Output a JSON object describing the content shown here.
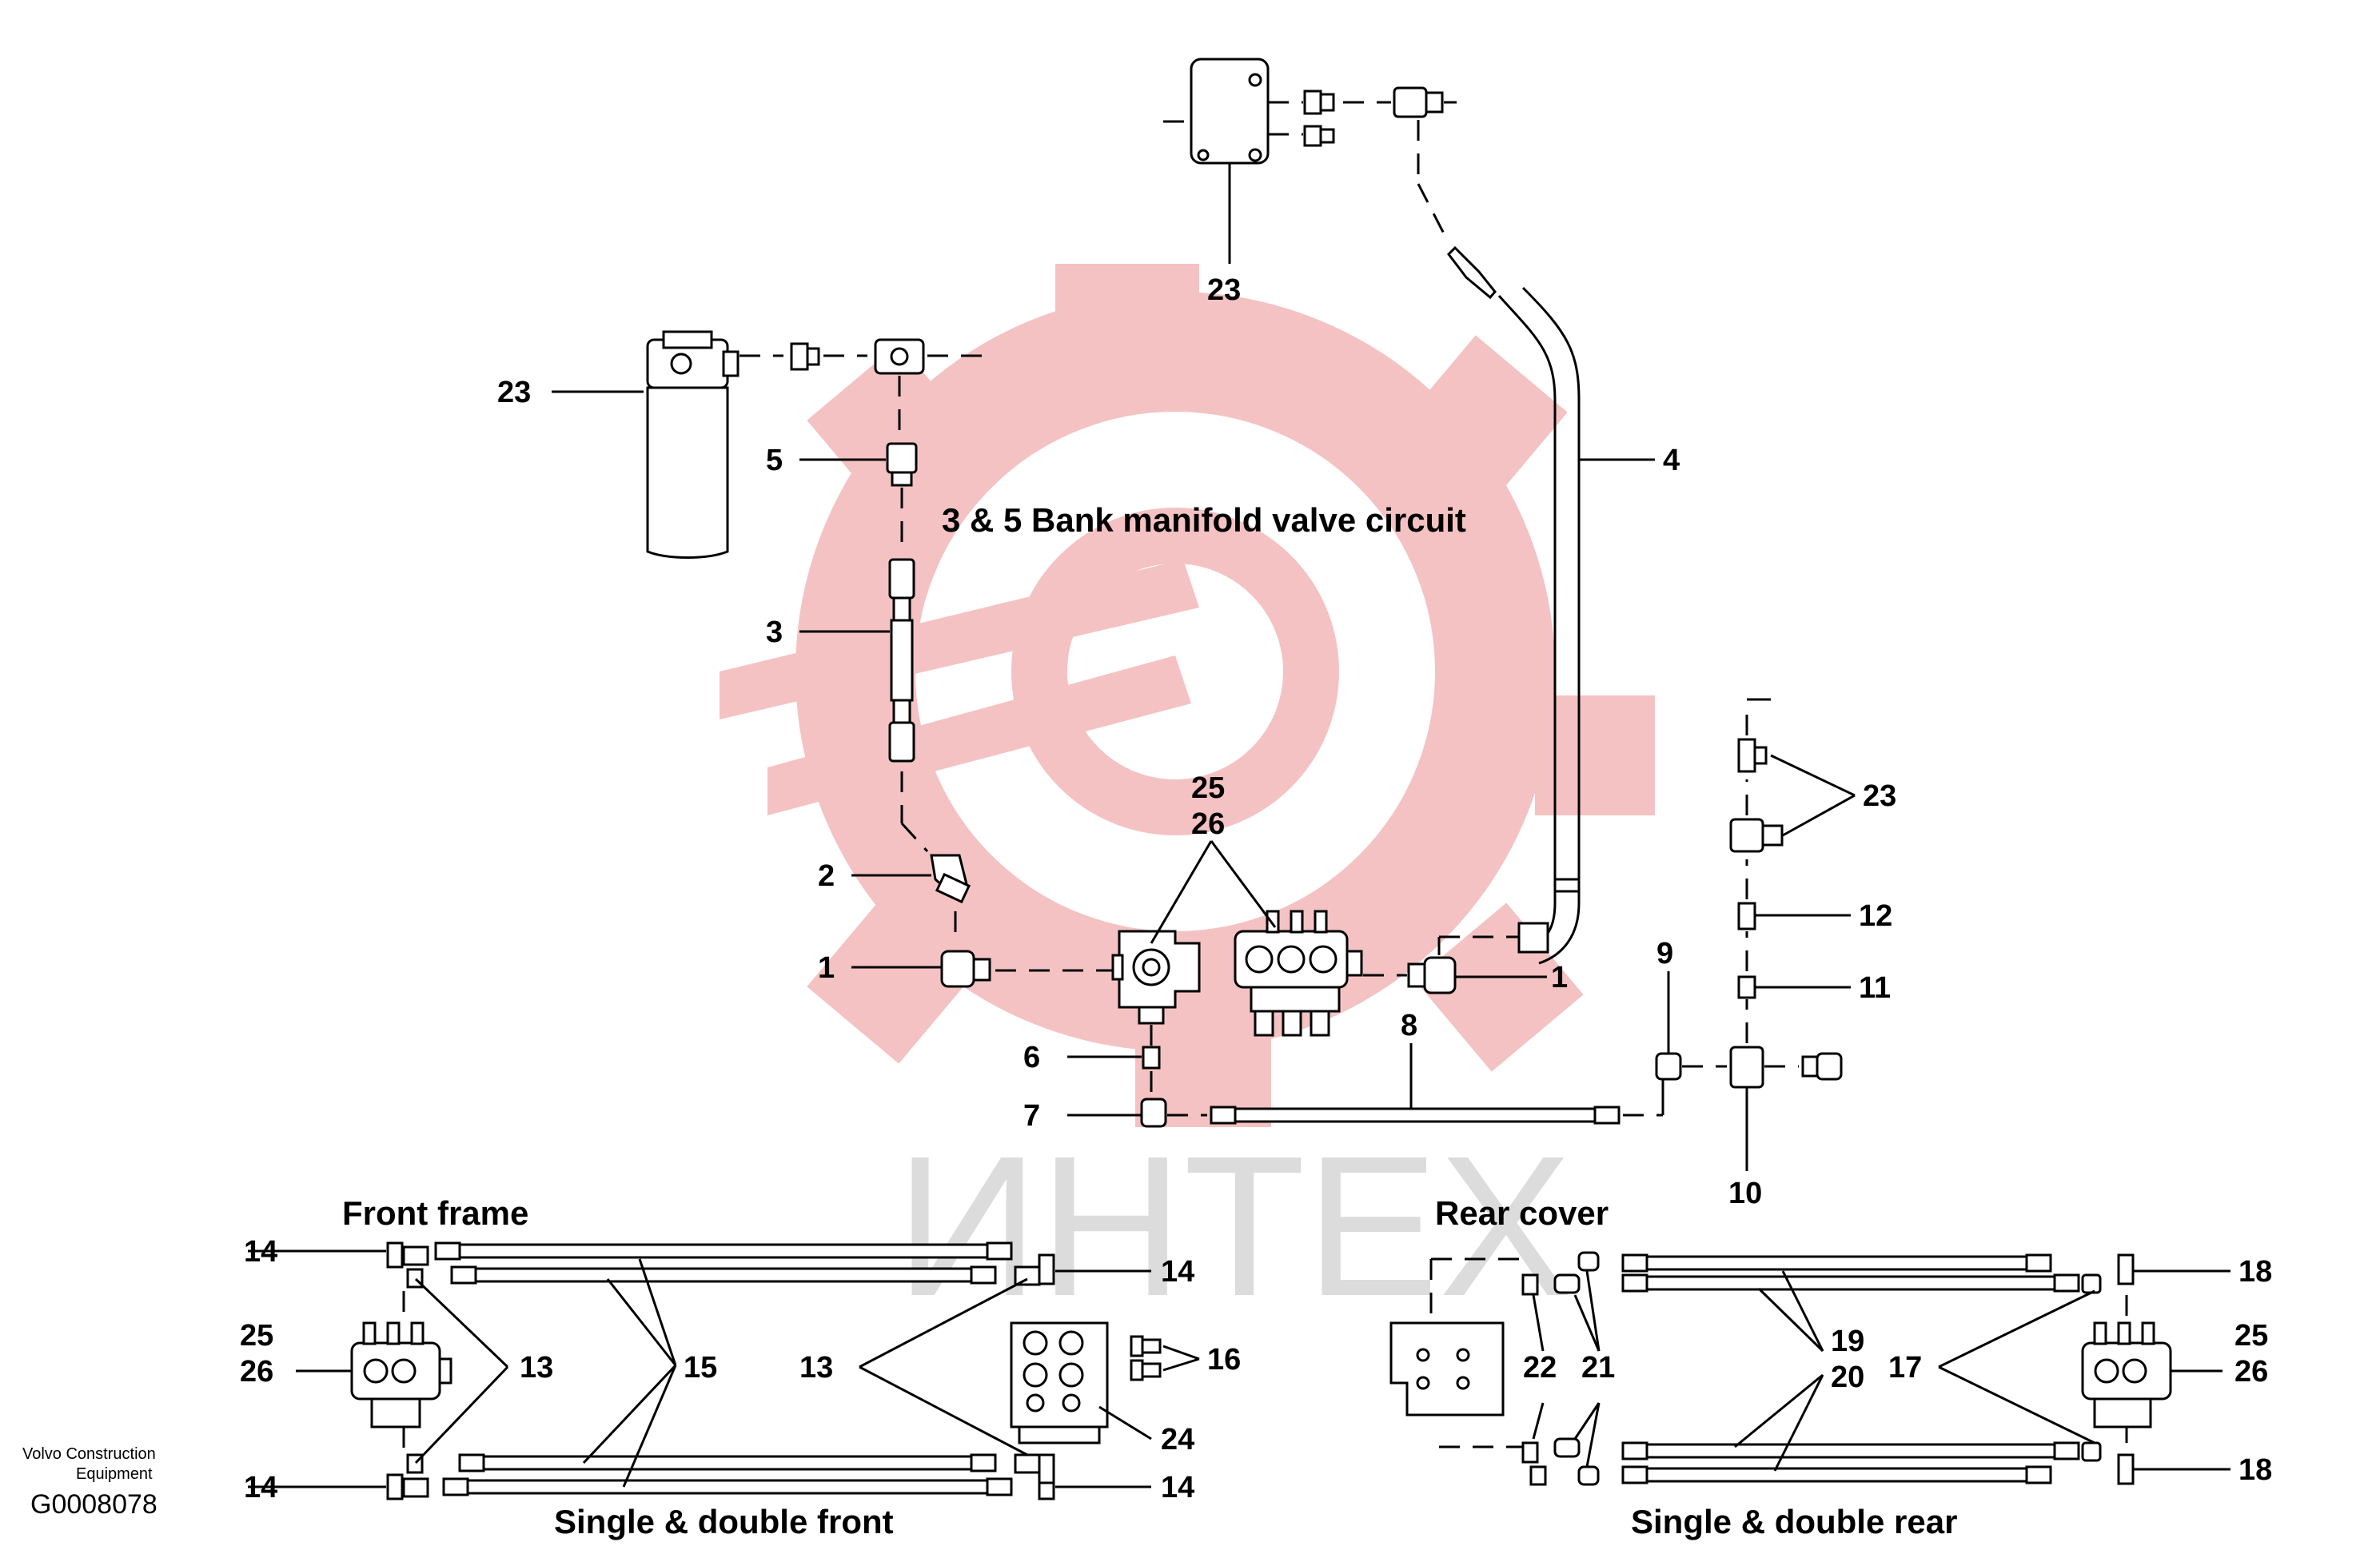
{
  "diagram": {
    "main_title": "3 & 5 Bank manifold valve circuit",
    "captions": {
      "front_frame": "Front frame",
      "rear_cover": "Rear cover",
      "single_double_front": "Single & double front",
      "single_double_rear": "Single & double rear"
    },
    "publisher": {
      "line1": "Volvo Construction",
      "line2": "Equipment"
    },
    "figure_code": "G0008078",
    "watermark": {
      "text": "ИНТЕХ",
      "gear_color": "#f2b8b8",
      "text_color": "#dcdcdc"
    },
    "callouts": {
      "top_tank": "23",
      "filter": "23",
      "fitting_5": "5",
      "hose_3": "3",
      "hose_4": "4",
      "elbow_2": "2",
      "elbow_1_left": "1",
      "elbow_1_right": "1",
      "valve_25": "25",
      "valve_26": "26",
      "fitting_6": "6",
      "elbow_7": "7",
      "hose_8": "8",
      "elbow_9": "9",
      "tee_10": "10",
      "fitting_11": "11",
      "fitting_12": "12",
      "fittings_23_right": "23",
      "ff_14_tl": "14",
      "ff_14_tr": "14",
      "ff_14_bl": "14",
      "ff_14_br": "14",
      "ff_25": "25",
      "ff_26": "26",
      "ff_13_left": "13",
      "ff_15": "15",
      "ff_13_right": "13",
      "ff_16": "16",
      "ff_24": "24",
      "rc_22": "22",
      "rc_21": "21",
      "rc_19": "19",
      "rc_20": "20",
      "rc_17": "17",
      "rc_18_top": "18",
      "rc_18_bottom": "18",
      "rc_25": "25",
      "rc_26": "26"
    }
  }
}
